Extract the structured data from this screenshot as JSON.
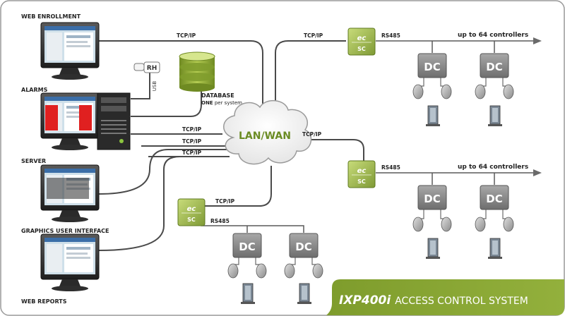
{
  "title": {
    "product": "IXP400i",
    "subtitle": "ACCESS CONTROL SYSTEM"
  },
  "workstations": [
    {
      "label": "WEB ENROLLMENT",
      "screen": "web-enrollment"
    },
    {
      "label": "ALARMS",
      "screen": "alarms"
    },
    {
      "label": "SERVER",
      "screen": "server"
    },
    {
      "label": "GRAPHICS USER INTERFACE",
      "screen": "gui"
    },
    {
      "label": "WEB REPORTS",
      "screen": "web-reports"
    }
  ],
  "network": {
    "cloud_label": "LAN/WAN",
    "link_label": "TCP/IP",
    "usb_label": "USB",
    "rh_label": "RH"
  },
  "database": {
    "label": "DATABASE",
    "sublabel_bold": "ONE",
    "sublabel_rest": " per system"
  },
  "controllers": {
    "sc_line1": "ec",
    "sc_line2": "SC",
    "bus_label": "RS485",
    "dc_label": "DC",
    "branch_note": "up to 64 controllers"
  },
  "colors": {
    "accent_green": "#8aa83a",
    "dark_green": "#6b8c24",
    "line_gray": "#4a4a4a",
    "sc_box": "#a8c060",
    "dc_box": "#8c8c8c"
  }
}
